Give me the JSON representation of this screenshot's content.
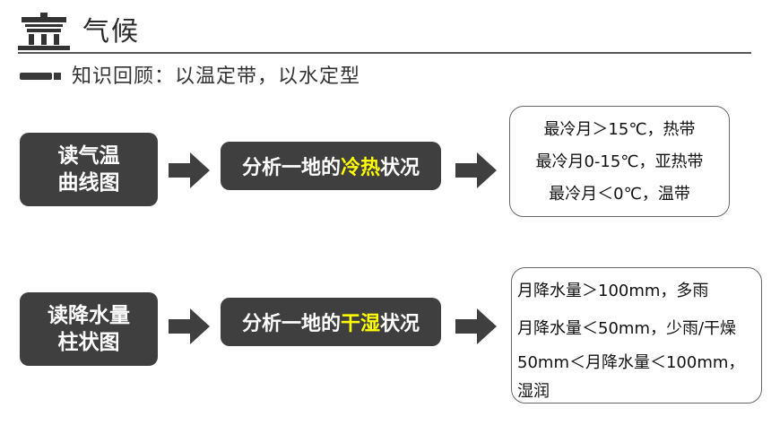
{
  "header": {
    "title": "气候",
    "icon": "pavilion-icon"
  },
  "subtitle": "知识回顾：以温定带，以水定型",
  "row1": {
    "left_line1": "读气温",
    "left_line2": "曲线图",
    "mid_prefix": "分析一地的",
    "mid_highlight": "冷热",
    "mid_suffix": "状况",
    "results": [
      "最冷月＞15℃，热带",
      "最冷月0-15℃，亚热带",
      "最冷月＜0℃，温带"
    ]
  },
  "row2": {
    "left_line1": "读降水量",
    "left_line2": "柱状图",
    "mid_prefix": "分析一地的",
    "mid_highlight": "干湿",
    "mid_suffix": "状况",
    "results": [
      "月降水量＞100mm，多雨",
      "月降水量＜50mm，少雨/干燥",
      "50mm＜月降水量＜100mm，",
      "湿润"
    ]
  },
  "colors": {
    "box_dark": "#3f3f3f",
    "highlight": "#ffff00",
    "text": "#222222"
  }
}
